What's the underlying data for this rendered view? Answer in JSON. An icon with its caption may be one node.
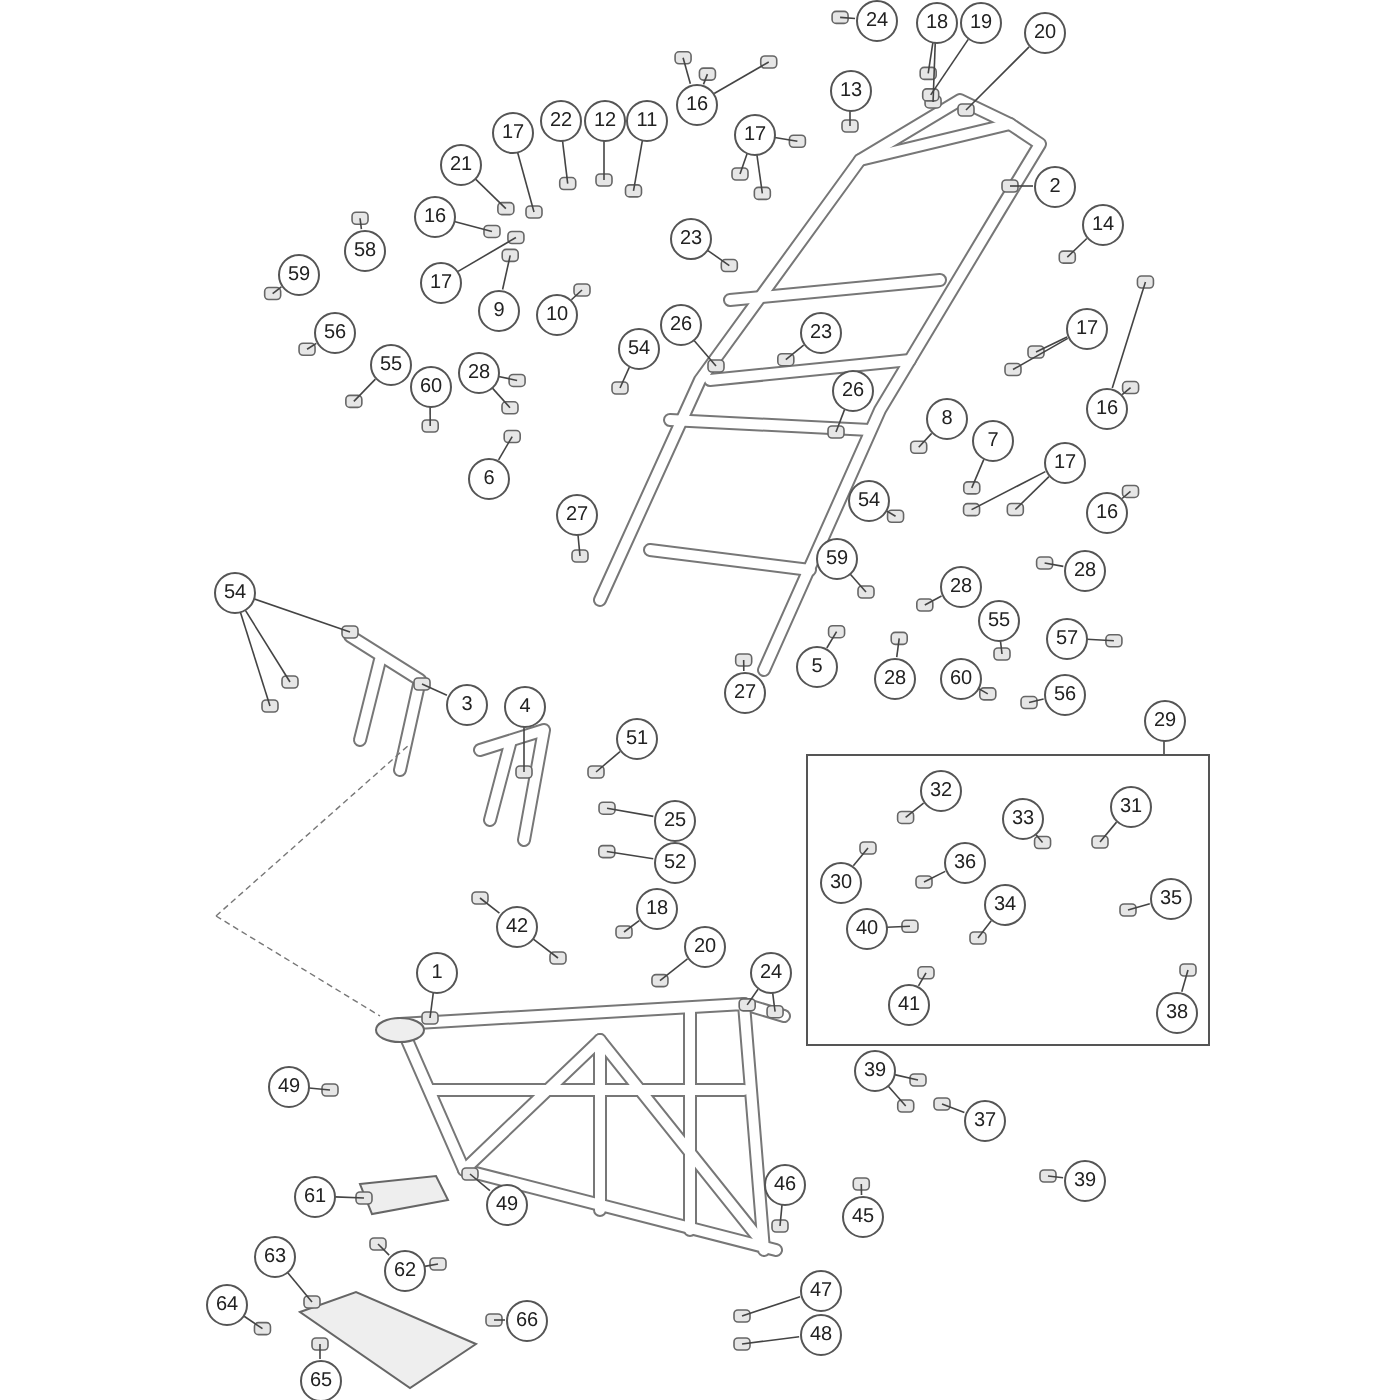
{
  "diagram": {
    "nodes": [
      {
        "text": [],
        "shape": "box"
      },
      {
        "text": [
          "32"
        ],
        "in": 0
      },
      {
        "text": [
          "31"
        ],
        "in": 0
      },
      {
        "text": [
          "33"
        ],
        "in": 0
      },
      {
        "text": [
          "36"
        ],
        "in": 0
      },
      {
        "text": [
          "30"
        ],
        "in": 0
      },
      {
        "text": [
          "35"
        ],
        "in": 0
      },
      {
        "text": [
          "34"
        ],
        "in": 0
      },
      {
        "text": [
          "40"
        ],
        "in": 0
      },
      {
        "text": [
          "41"
        ],
        "in": 0
      },
      {
        "text": [
          "38"
        ],
        "in": 0
      },
      {
        "text": [
          "24"
        ]
      },
      {
        "text": [
          "18"
        ]
      },
      {
        "text": [
          "19"
        ]
      },
      {
        "text": [
          "20"
        ]
      },
      {
        "text": [
          "13"
        ]
      },
      {
        "text": [
          "16"
        ]
      },
      {
        "text": [
          "17"
        ]
      },
      {
        "text": [
          "22"
        ]
      },
      {
        "text": [
          "12"
        ]
      },
      {
        "text": [
          "11"
        ]
      },
      {
        "text": [
          "17"
        ]
      },
      {
        "text": [
          "21"
        ]
      },
      {
        "text": [
          "2"
        ]
      },
      {
        "text": [
          "16"
        ]
      },
      {
        "text": [
          "14"
        ]
      },
      {
        "text": [
          "23"
        ]
      },
      {
        "text": [
          "58"
        ]
      },
      {
        "text": [
          "59"
        ]
      },
      {
        "text": [
          "17"
        ]
      },
      {
        "text": [
          "9"
        ]
      },
      {
        "text": [
          "10"
        ]
      },
      {
        "text": [
          "26"
        ]
      },
      {
        "text": [
          "23"
        ]
      },
      {
        "text": [
          "17"
        ]
      },
      {
        "text": [
          "56"
        ]
      },
      {
        "text": [
          "54"
        ]
      },
      {
        "text": [
          "55"
        ]
      },
      {
        "text": [
          "28"
        ]
      },
      {
        "text": [
          "60"
        ]
      },
      {
        "text": [
          "26"
        ]
      },
      {
        "text": [
          "16"
        ]
      },
      {
        "text": [
          "8"
        ]
      },
      {
        "text": [
          "7"
        ]
      },
      {
        "text": [
          "17"
        ]
      },
      {
        "text": [
          "6"
        ]
      },
      {
        "text": [
          "54"
        ]
      },
      {
        "text": [
          "16"
        ]
      },
      {
        "text": [
          "27"
        ]
      },
      {
        "text": [
          "28"
        ]
      },
      {
        "text": [
          "59"
        ]
      },
      {
        "text": [
          "28"
        ]
      },
      {
        "text": [
          "54"
        ]
      },
      {
        "text": [
          "55"
        ]
      },
      {
        "text": [
          "57"
        ]
      },
      {
        "text": [
          "5"
        ]
      },
      {
        "text": [
          "28"
        ]
      },
      {
        "text": [
          "60"
        ]
      },
      {
        "text": [
          "56"
        ]
      },
      {
        "text": [
          "27"
        ]
      },
      {
        "text": [
          "3"
        ]
      },
      {
        "text": [
          "4"
        ]
      },
      {
        "text": [
          "51"
        ]
      },
      {
        "text": [
          "25"
        ]
      },
      {
        "text": [
          "52"
        ]
      },
      {
        "text": [
          "42"
        ]
      },
      {
        "text": [
          "18"
        ]
      },
      {
        "text": [
          "20"
        ]
      },
      {
        "text": [
          "24"
        ]
      },
      {
        "text": [
          "1"
        ]
      },
      {
        "text": [
          "39"
        ]
      },
      {
        "text": [
          "49"
        ]
      },
      {
        "text": [
          "37"
        ]
      },
      {
        "text": [
          "39"
        ]
      },
      {
        "text": [
          "46"
        ]
      },
      {
        "text": [
          "61"
        ]
      },
      {
        "text": [
          "49"
        ]
      },
      {
        "text": [
          "45"
        ]
      },
      {
        "text": [
          "62"
        ]
      },
      {
        "text": [
          "63"
        ]
      },
      {
        "text": [
          "47"
        ]
      },
      {
        "text": [
          "64"
        ]
      },
      {
        "text": [
          "66"
        ]
      },
      {
        "text": [
          "48"
        ]
      },
      {
        "text": [
          "65"
        ]
      },
      {
        "text": [
          "29"
        ]
      }
    ],
    "edges": [
      {
        "from": 1,
        "to": null,
        "arrow": "none"
      },
      {
        "from": 2,
        "to": null,
        "arrow": "none"
      },
      {
        "from": 3,
        "to": null,
        "arrow": "none"
      },
      {
        "from": 4,
        "to": null,
        "arrow": "none"
      },
      {
        "from": 5,
        "to": null,
        "arrow": "none"
      },
      {
        "from": 6,
        "to": null,
        "arrow": "none"
      },
      {
        "from": 7,
        "to": null,
        "arrow": "none"
      },
      {
        "from": 8,
        "to": null,
        "arrow": "none"
      },
      {
        "from": 9,
        "to": null,
        "arrow": "none"
      },
      {
        "from": 10,
        "to": null,
        "arrow": "none"
      },
      {
        "from": 11,
        "to": null,
        "arrow": "none"
      },
      {
        "from": 12,
        "to": null,
        "arrow": "none"
      },
      {
        "from": 12,
        "to": null,
        "arrow": "none"
      },
      {
        "from": 13,
        "to": null,
        "arrow": "none"
      },
      {
        "from": 14,
        "to": null,
        "arrow": "none"
      },
      {
        "from": 15,
        "to": null,
        "arrow": "none"
      },
      {
        "from": 16,
        "to": null,
        "arrow": "none"
      },
      {
        "from": 16,
        "to": null,
        "arrow": "none"
      },
      {
        "from": 16,
        "to": null,
        "arrow": "none"
      },
      {
        "from": 17,
        "to": null,
        "arrow": "none"
      },
      {
        "from": 17,
        "to": null,
        "arrow": "none"
      },
      {
        "from": 17,
        "to": null,
        "arrow": "none"
      },
      {
        "from": 18,
        "to": null,
        "arrow": "none"
      },
      {
        "from": 19,
        "to": null,
        "arrow": "none"
      },
      {
        "from": 20,
        "to": null,
        "arrow": "none"
      },
      {
        "from": 21,
        "to": null,
        "arrow": "none"
      },
      {
        "from": 22,
        "to": null,
        "arrow": "none"
      },
      {
        "from": 23,
        "to": null,
        "arrow": "none"
      },
      {
        "from": 24,
        "to": null,
        "arrow": "none"
      },
      {
        "from": 25,
        "to": null,
        "arrow": "none"
      },
      {
        "from": 26,
        "to": null,
        "arrow": "none"
      },
      {
        "from": 27,
        "to": null,
        "arrow": "none"
      },
      {
        "from": 28,
        "to": null,
        "arrow": "none"
      },
      {
        "from": 29,
        "to": null,
        "arrow": "none"
      },
      {
        "from": 30,
        "to": null,
        "arrow": "none"
      },
      {
        "from": 31,
        "to": null,
        "arrow": "none"
      },
      {
        "from": 32,
        "to": null,
        "arrow": "none"
      },
      {
        "from": 33,
        "to": null,
        "arrow": "none"
      },
      {
        "from": 34,
        "to": null,
        "arrow": "none"
      },
      {
        "from": 34,
        "to": null,
        "arrow": "none"
      },
      {
        "from": 35,
        "to": null,
        "arrow": "none"
      },
      {
        "from": 36,
        "to": null,
        "arrow": "none"
      },
      {
        "from": 37,
        "to": null,
        "arrow": "none"
      },
      {
        "from": 38,
        "to": null,
        "arrow": "none"
      },
      {
        "from": 38,
        "to": null,
        "arrow": "none"
      },
      {
        "from": 39,
        "to": null,
        "arrow": "none"
      },
      {
        "from": 40,
        "to": null,
        "arrow": "none"
      },
      {
        "from": 41,
        "to": null,
        "arrow": "none"
      },
      {
        "from": 41,
        "to": null,
        "arrow": "none"
      },
      {
        "from": 42,
        "to": null,
        "arrow": "none"
      },
      {
        "from": 43,
        "to": null,
        "arrow": "none"
      },
      {
        "from": 44,
        "to": null,
        "arrow": "none"
      },
      {
        "from": 44,
        "to": null,
        "arrow": "none"
      },
      {
        "from": 45,
        "to": null,
        "arrow": "none"
      },
      {
        "from": 46,
        "to": null,
        "arrow": "none"
      },
      {
        "from": 47,
        "to": null,
        "arrow": "none"
      },
      {
        "from": 48,
        "to": null,
        "arrow": "none"
      },
      {
        "from": 49,
        "to": null,
        "arrow": "none"
      },
      {
        "from": 50,
        "to": null,
        "arrow": "none"
      },
      {
        "from": 51,
        "to": null,
        "arrow": "none"
      },
      {
        "from": 52,
        "to": null,
        "arrow": "none"
      },
      {
        "from": 52,
        "to": null,
        "arrow": "none"
      },
      {
        "from": 52,
        "to": null,
        "arrow": "none"
      },
      {
        "from": 53,
        "to": null,
        "arrow": "none"
      },
      {
        "from": 54,
        "to": null,
        "arrow": "none"
      },
      {
        "from": 55,
        "to": null,
        "arrow": "none"
      },
      {
        "from": 56,
        "to": null,
        "arrow": "none"
      },
      {
        "from": 57,
        "to": null,
        "arrow": "none"
      },
      {
        "from": 58,
        "to": null,
        "arrow": "none"
      },
      {
        "from": 59,
        "to": null,
        "arrow": "none"
      },
      {
        "from": 60,
        "to": null,
        "arrow": "none"
      },
      {
        "from": 61,
        "to": null,
        "arrow": "none"
      },
      {
        "from": 62,
        "to": null,
        "arrow": "none"
      },
      {
        "from": 63,
        "to": null,
        "arrow": "none"
      },
      {
        "from": 64,
        "to": null,
        "arrow": "none"
      },
      {
        "from": 65,
        "to": null,
        "arrow": "none"
      },
      {
        "from": 65,
        "to": null,
        "arrow": "none"
      },
      {
        "from": 66,
        "to": null,
        "arrow": "none"
      },
      {
        "from": 67,
        "to": null,
        "arrow": "none"
      },
      {
        "from": 68,
        "to": null,
        "arrow": "none"
      },
      {
        "from": 68,
        "to": null,
        "arrow": "none"
      },
      {
        "from": 69,
        "to": null,
        "arrow": "none"
      },
      {
        "from": 70,
        "to": null,
        "arrow": "none"
      },
      {
        "from": 70,
        "to": null,
        "arrow": "none"
      },
      {
        "from": 71,
        "to": null,
        "arrow": "none"
      },
      {
        "from": 72,
        "to": null,
        "arrow": "none"
      },
      {
        "from": 73,
        "to": null,
        "arrow": "none"
      },
      {
        "from": 74,
        "to": null,
        "arrow": "none"
      },
      {
        "from": 75,
        "to": null,
        "arrow": "none"
      },
      {
        "from": 76,
        "to": null,
        "arrow": "none"
      },
      {
        "from": 77,
        "to": null,
        "arrow": "none"
      },
      {
        "from": 78,
        "to": null,
        "arrow": "none"
      },
      {
        "from": 78,
        "to": null,
        "arrow": "none"
      },
      {
        "from": 79,
        "to": null,
        "arrow": "none"
      },
      {
        "from": 80,
        "to": null,
        "arrow": "none"
      },
      {
        "from": 81,
        "to": null,
        "arrow": "none"
      },
      {
        "from": 82,
        "to": null,
        "arrow": "none"
      },
      {
        "from": 83,
        "to": null,
        "arrow": "none"
      },
      {
        "from": 84,
        "to": null,
        "arrow": "none"
      },
      {
        "from": 85,
        "to": 0,
        "arrow": "none"
      }
    ]
  }
}
